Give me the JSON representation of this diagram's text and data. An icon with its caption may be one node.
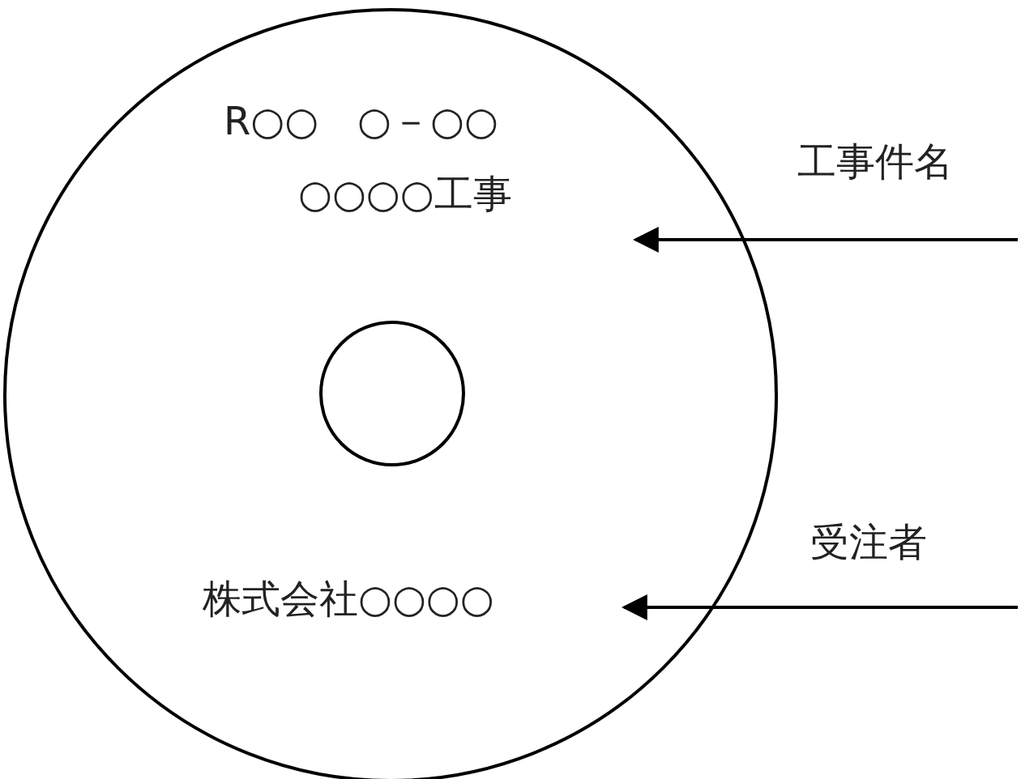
{
  "diagram": {
    "nodes": [
      {
        "text": [],
        "shape": "circle"
      },
      {
        "text": [
          "R○○　○－○○",
          "○○○○工事"
        ],
        "in": 0
      },
      {
        "text": [],
        "shape": "circle",
        "in": 0
      },
      {
        "text": [
          "株式会社○○○○"
        ],
        "in": 0
      },
      {
        "text": [
          "工事件名"
        ]
      },
      {
        "text": [
          "受注者"
        ]
      }
    ],
    "edges": [
      {
        "from": 4,
        "to": 1,
        "arrow": "to"
      },
      {
        "from": 5,
        "to": 3,
        "arrow": "to"
      }
    ]
  }
}
